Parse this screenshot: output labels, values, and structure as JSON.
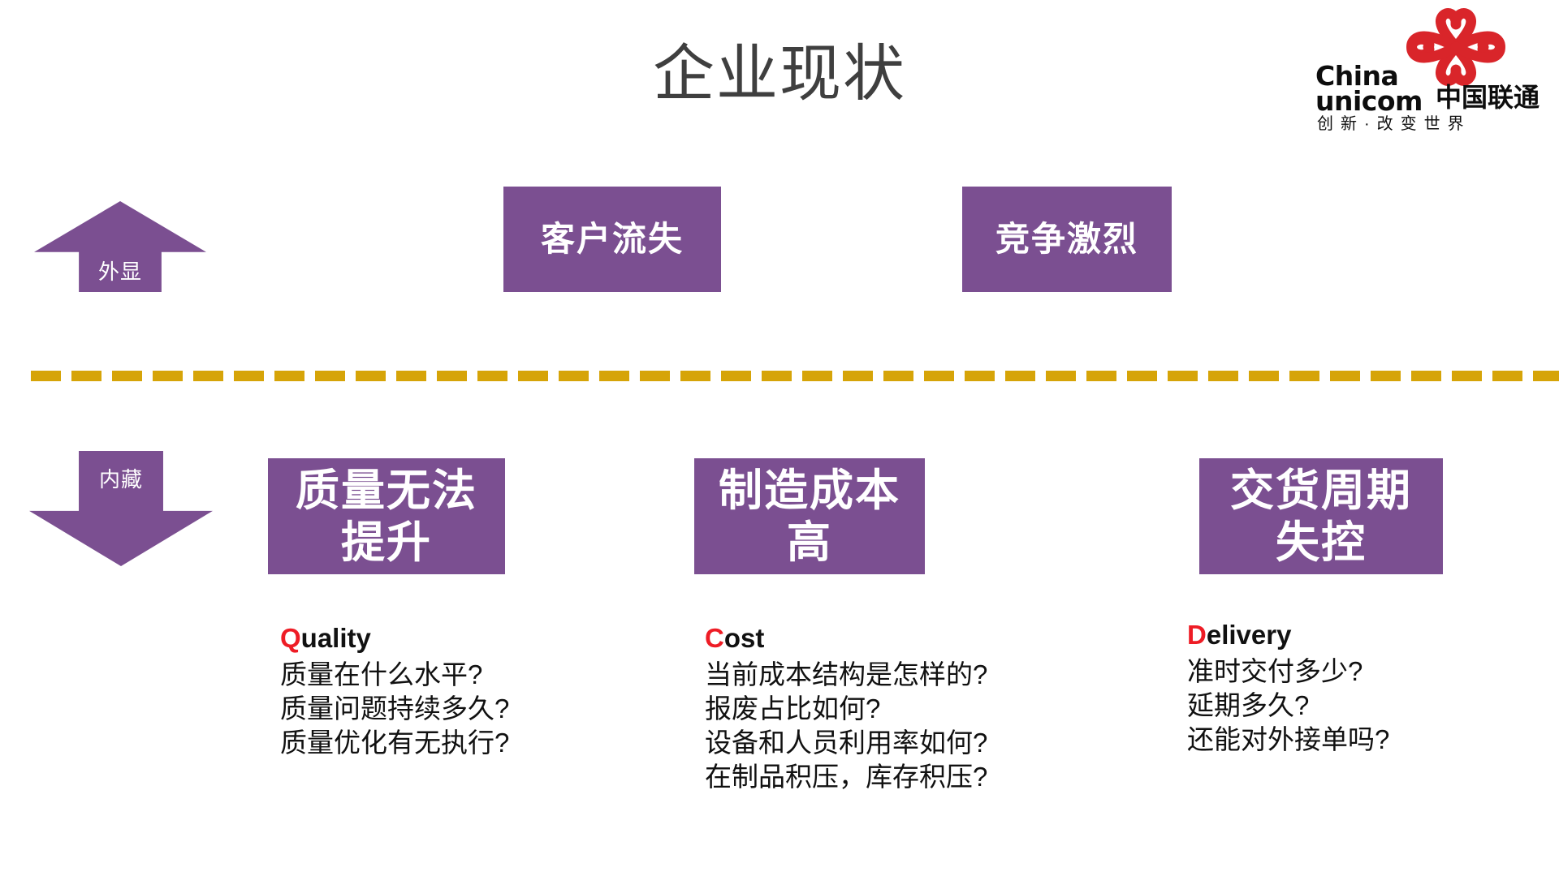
{
  "slide": {
    "title": "企业现状",
    "background_color": "#ffffff",
    "title_color": "#3f3f3f"
  },
  "logo": {
    "name": "china-unicom-logo",
    "brand_en_line1": "China",
    "brand_en_line2": "unicom",
    "brand_cn": "中国联通",
    "tagline": "创新·改变世界",
    "knot_color": "#d9252a",
    "text_color": "#0d0d0d"
  },
  "colors": {
    "purple": "#7B4F91",
    "gold": "#D6A408",
    "red_accent": "#ee1c25",
    "text_dark": "#111111"
  },
  "arrows": [
    {
      "id": "arrow-up",
      "direction": "up",
      "label": "外显"
    },
    {
      "id": "arrow-down",
      "direction": "down",
      "label": "内藏"
    }
  ],
  "top_boxes": [
    {
      "label": "客户流失"
    },
    {
      "label": "竞争激烈"
    }
  ],
  "bottom_boxes": [
    {
      "label": "质量无法\n提升"
    },
    {
      "label": "制造成本\n高"
    },
    {
      "label": "交货周期\n失控"
    }
  ],
  "qcd_blocks": [
    {
      "cap": "Q",
      "rest": "uality",
      "lines": [
        "质量在什么水平?",
        "质量问题持续多久?",
        "质量优化有无执行?"
      ]
    },
    {
      "cap": "C",
      "rest": "ost",
      "lines": [
        "当前成本结构是怎样的?",
        "报废占比如何?",
        "设备和人员利用率如何?",
        "在制品积压，库存积压?"
      ]
    },
    {
      "cap": "D",
      "rest": "elivery",
      "lines": [
        "准时交付多少?",
        "延期多久?",
        "还能对外接单吗?"
      ]
    }
  ],
  "divider": {
    "style": "dashed",
    "color": "#D6A408"
  }
}
